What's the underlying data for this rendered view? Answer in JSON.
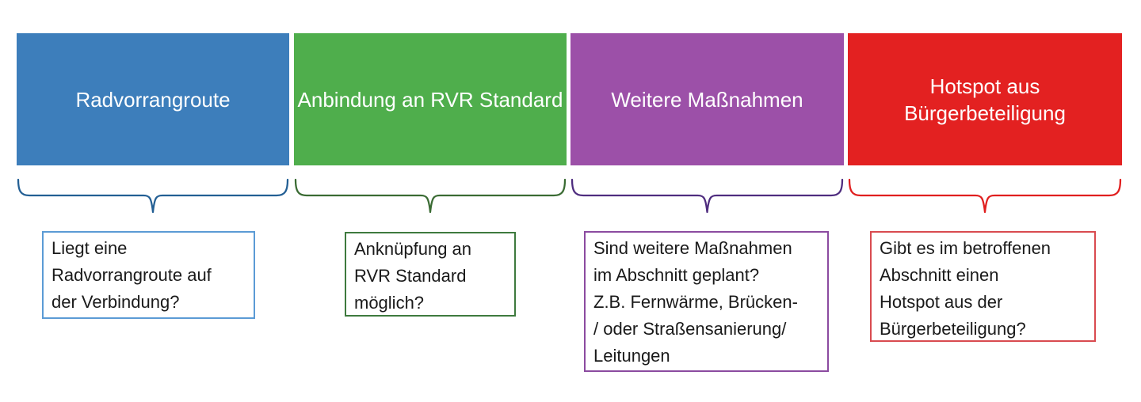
{
  "diagram": {
    "background": "#FFFFFF",
    "header_text_color": "#FFFFFF",
    "body_text_color": "#1A1A1A",
    "columns": [
      {
        "id": "radvorrangroute",
        "header_lines": [
          "Radvorrangroute"
        ],
        "description_lines": [
          "Liegt eine",
          "Radvorrangroute auf",
          "der Verbindung?"
        ],
        "colors": {
          "fill": "#3D7EBB",
          "brace": "#235F94",
          "box_border": "#5B9BD5"
        }
      },
      {
        "id": "anbindung-rvr-standard",
        "header_lines": [
          "Anbindung an RVR Standard"
        ],
        "description_lines": [
          "Anknüpfung an",
          "RVR Standard",
          "möglich?"
        ],
        "colors": {
          "fill": "#4FAE4C",
          "brace": "#3A6B33",
          "box_border": "#3E7A3E"
        }
      },
      {
        "id": "weitere-massnahmen",
        "header_lines": [
          "Weitere Maßnahmen"
        ],
        "description_lines": [
          "Sind weitere Maßnahmen",
          "im Abschnitt geplant?",
          "Z.B. Fernwärme, Brücken-",
          "/ oder Straßensanierung/",
          "Leitungen"
        ],
        "colors": {
          "fill": "#9C50A8",
          "brace": "#4F2D7F",
          "box_border": "#8B4BA0"
        }
      },
      {
        "id": "hotspot-buergerbeteiligung",
        "header_lines": [
          "Hotspot aus",
          "Bürgerbeteiligung"
        ],
        "description_lines": [
          "Gibt es im betroffenen",
          "Abschnitt einen",
          "Hotspot aus der",
          "Bürgerbeteiligung?"
        ],
        "colors": {
          "fill": "#E32121",
          "brace": "#E01F1F",
          "box_border": "#D94B50"
        }
      }
    ]
  }
}
